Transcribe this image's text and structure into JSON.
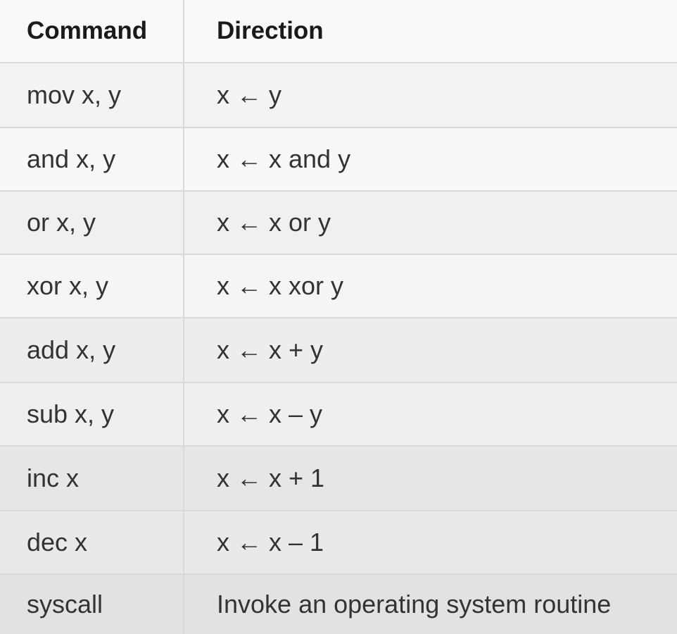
{
  "table": {
    "headers": {
      "command": "Command",
      "direction": "Direction"
    },
    "rows": [
      {
        "command": "mov x, y",
        "direction": "x ← y"
      },
      {
        "command": "and x, y",
        "direction": "x ← x and y"
      },
      {
        "command": "or x, y",
        "direction": "x ← x or y"
      },
      {
        "command": "xor x, y",
        "direction": "x ← x xor y"
      },
      {
        "command": "add x, y",
        "direction": "x ← x + y"
      },
      {
        "command": "sub x, y",
        "direction": "x ← x – y"
      },
      {
        "command": "inc x",
        "direction": "x ← x + 1"
      },
      {
        "command": "dec x",
        "direction": "x ← x – 1"
      },
      {
        "command": "syscall",
        "direction": "Invoke an operating system routine"
      }
    ]
  }
}
